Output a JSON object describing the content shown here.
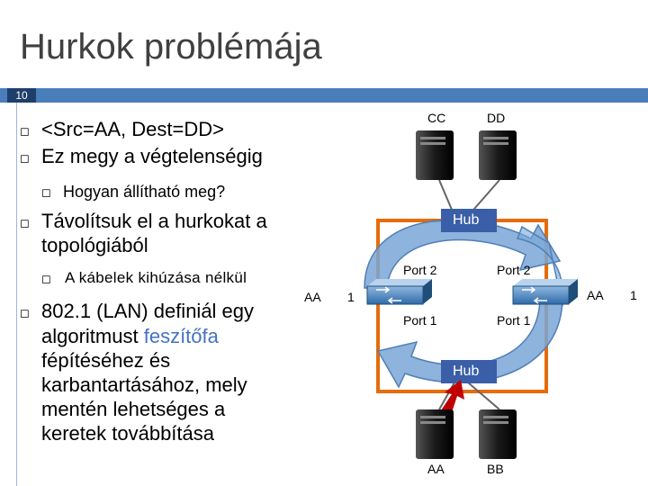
{
  "slide": {
    "title": "Hurkok problémája",
    "number": "10"
  },
  "bullets": {
    "b1": "<Src=AA, Dest=DD>",
    "b2": "Ez megy a végtelenségig",
    "sub1": "Hogyan állítható meg?",
    "b3_line1": "Távolítsuk el a hurkokat a",
    "b3_line2": "topológiából",
    "sub2": "A kábelek kihúzása nélkül",
    "b4_line1": "802.1 (LAN) definiál egy",
    "b4_line2a": "algoritmust ",
    "b4_link": "feszítőfa",
    "b4_line3": "fépítéséhez és",
    "b4_line4": "karbantartásához, mely",
    "b4_line5": "mentén lehetséges a",
    "b4_line6": "keretek továbbítása"
  },
  "diagram": {
    "host_cc": "CC",
    "host_dd": "DD",
    "host_aa": "AA",
    "host_bb": "BB",
    "hub_top": "Hub",
    "hub_bottom": "Hub",
    "port2_left": "Port 2",
    "port2_right": "Port 2",
    "port1_left": "Port 1",
    "port1_right": "Port 1",
    "table_left_mac": "AA",
    "table_left_port": "1",
    "table_right_mac": "AA",
    "table_right_port": "1",
    "colors": {
      "hub_fill": "#3a5fa8",
      "ring_orange": "#e46c0a",
      "arrow_blue": "#7aa6d6",
      "arrow_red": "#c00000"
    }
  }
}
